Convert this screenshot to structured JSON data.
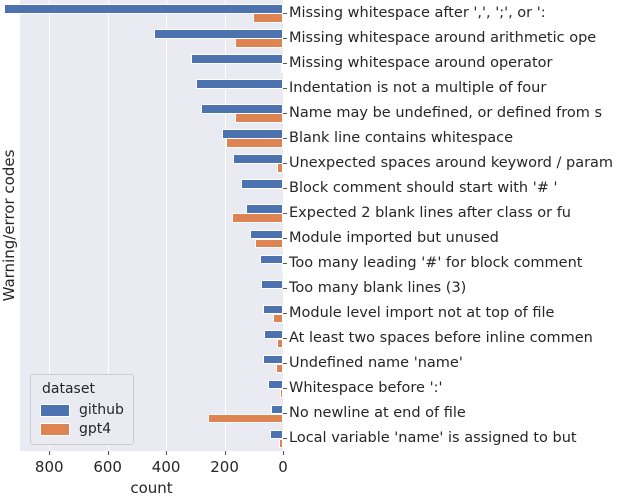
{
  "chart_data": {
    "type": "bar",
    "orientation": "horizontal",
    "title": "",
    "xlabel": "count",
    "ylabel": "Warning/error codes",
    "xlim": [
      900,
      0
    ],
    "x_reversed": true,
    "xticks": [
      800,
      600,
      400,
      200,
      0
    ],
    "xticklabels": [
      "800",
      "600",
      "400",
      "200",
      "0"
    ],
    "grid": true,
    "legend": {
      "title": "dataset",
      "position": "lower left",
      "entries": [
        {
          "name": "github",
          "color": "#4c72b0"
        },
        {
          "name": "gpt4",
          "color": "#dd8452"
        }
      ]
    },
    "categories": [
      "Missing whitespace after ',', ';', or ':",
      "Missing whitespace around arithmetic ope",
      "Missing whitespace around operator",
      "Indentation is not a multiple of four",
      "Name may be undefined, or defined from s",
      "Blank line contains whitespace",
      "Unexpected spaces around keyword / param",
      "Block comment should start with '# '",
      "Expected 2 blank lines after class or fu",
      "Module imported but unused",
      "Too many leading '#' for block comment",
      "Too many blank lines (3)",
      "Module level import not at top of file",
      "At least two spaces before inline commen",
      "Undefined name 'name'",
      "Whitespace before ':'",
      "No newline at end of file",
      "Local variable 'name' is assigned to but"
    ],
    "series": [
      {
        "name": "github",
        "color": "#4c72b0",
        "values": [
          956,
          442,
          316,
          297,
          282,
          210,
          171,
          145,
          126,
          114,
          80,
          76,
          68,
          65,
          68,
          50,
          42,
          46
        ]
      },
      {
        "name": "gpt4",
        "color": "#dd8452",
        "values": [
          103,
          164,
          8,
          0,
          164,
          194,
          19,
          0,
          175,
          95,
          3,
          0,
          34,
          19,
          23,
          11,
          255,
          15
        ]
      }
    ]
  },
  "style": {
    "plot_background": "#eaeaf2",
    "figure_background": "#ffffff",
    "gridline_color": "#ffffff",
    "text_color": "#262626"
  }
}
